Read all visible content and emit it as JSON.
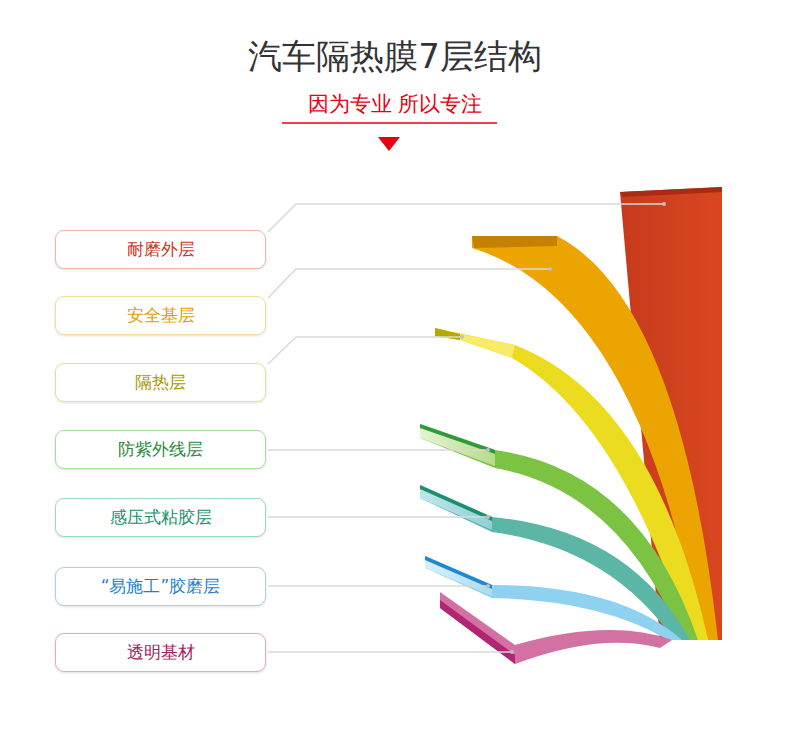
{
  "diagram": {
    "title": "汽车隔热膜7层结构",
    "nodes": [
      {
        "text": [
          "耐磨外层"
        ]
      },
      {
        "text": [
          "安全基层"
        ]
      },
      {
        "text": [
          "隔热层"
        ]
      },
      {
        "text": [
          "防紫外线层"
        ]
      },
      {
        "text": [
          "感压式粘胶层"
        ]
      },
      {
        "text": [
          "“易施工”胶磨层"
        ]
      },
      {
        "text": [
          "透明基材"
        ]
      }
    ],
    "labels": [
      "因为专业 所以专注"
    ]
  }
}
